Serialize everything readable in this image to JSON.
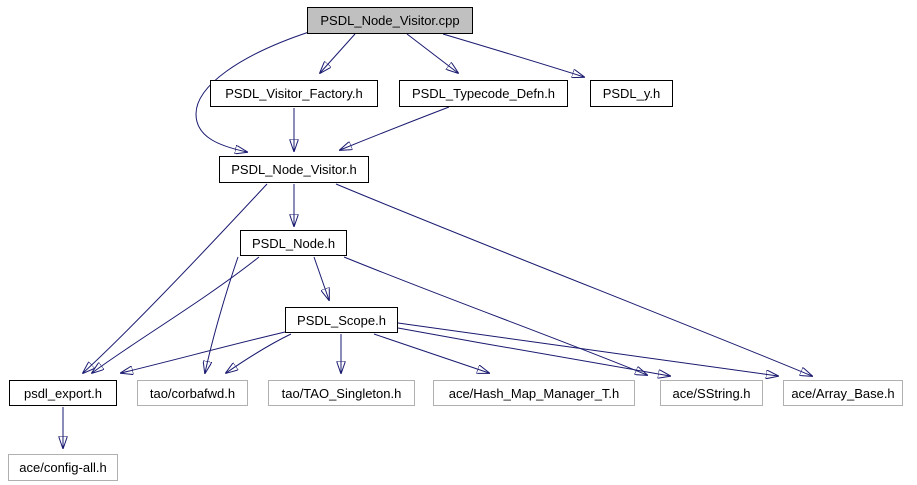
{
  "diagram": {
    "type": "include-dependency-graph",
    "colors": {
      "edge": "#191970",
      "root_fill": "#c0c0c0",
      "internal_border": "#000000",
      "external_border": "#b0b0b0",
      "background": "#ffffff",
      "text": "#000000"
    },
    "nodes": [
      {
        "id": "psdl-node-visitor-cpp",
        "label": "PSDL_Node_Visitor.cpp",
        "kind": "root"
      },
      {
        "id": "psdl-visitor-factory-h",
        "label": "PSDL_Visitor_Factory.h",
        "kind": "internal"
      },
      {
        "id": "psdl-typecode-defn-h",
        "label": "PSDL_Typecode_Defn.h",
        "kind": "internal"
      },
      {
        "id": "psdl-y-h",
        "label": "PSDL_y.h",
        "kind": "internal"
      },
      {
        "id": "psdl-node-visitor-h",
        "label": "PSDL_Node_Visitor.h",
        "kind": "internal"
      },
      {
        "id": "psdl-node-h",
        "label": "PSDL_Node.h",
        "kind": "internal"
      },
      {
        "id": "psdl-scope-h",
        "label": "PSDL_Scope.h",
        "kind": "internal"
      },
      {
        "id": "psdl-export-h",
        "label": "psdl_export.h",
        "kind": "internal"
      },
      {
        "id": "tao-corbafwd-h",
        "label": "tao/corbafwd.h",
        "kind": "external"
      },
      {
        "id": "tao-tao-singleton-h",
        "label": "tao/TAO_Singleton.h",
        "kind": "external"
      },
      {
        "id": "ace-hash-map-manager-t-h",
        "label": "ace/Hash_Map_Manager_T.h",
        "kind": "external"
      },
      {
        "id": "ace-sstring-h",
        "label": "ace/SString.h",
        "kind": "external"
      },
      {
        "id": "ace-array-base-h",
        "label": "ace/Array_Base.h",
        "kind": "external"
      },
      {
        "id": "ace-config-all-h",
        "label": "ace/config-all.h",
        "kind": "external"
      }
    ],
    "edges": [
      {
        "from": "PSDL_Node_Visitor.cpp",
        "to": "PSDL_Visitor_Factory.h"
      },
      {
        "from": "PSDL_Node_Visitor.cpp",
        "to": "PSDL_Typecode_Defn.h"
      },
      {
        "from": "PSDL_Node_Visitor.cpp",
        "to": "PSDL_y.h"
      },
      {
        "from": "PSDL_Node_Visitor.cpp",
        "to": "PSDL_Node_Visitor.h"
      },
      {
        "from": "PSDL_Visitor_Factory.h",
        "to": "PSDL_Node_Visitor.h"
      },
      {
        "from": "PSDL_Typecode_Defn.h",
        "to": "PSDL_Node_Visitor.h"
      },
      {
        "from": "PSDL_Node_Visitor.h",
        "to": "PSDL_Node.h"
      },
      {
        "from": "PSDL_Node_Visitor.h",
        "to": "psdl_export.h"
      },
      {
        "from": "PSDL_Node_Visitor.h",
        "to": "ace/Array_Base.h"
      },
      {
        "from": "PSDL_Node.h",
        "to": "PSDL_Scope.h"
      },
      {
        "from": "PSDL_Node.h",
        "to": "psdl_export.h"
      },
      {
        "from": "PSDL_Node.h",
        "to": "tao/corbafwd.h"
      },
      {
        "from": "PSDL_Node.h",
        "to": "ace/SString.h"
      },
      {
        "from": "PSDL_Scope.h",
        "to": "psdl_export.h"
      },
      {
        "from": "PSDL_Scope.h",
        "to": "tao/corbafwd.h"
      },
      {
        "from": "PSDL_Scope.h",
        "to": "tao/TAO_Singleton.h"
      },
      {
        "from": "PSDL_Scope.h",
        "to": "ace/Hash_Map_Manager_T.h"
      },
      {
        "from": "PSDL_Scope.h",
        "to": "ace/SString.h"
      },
      {
        "from": "PSDL_Scope.h",
        "to": "ace/Array_Base.h"
      },
      {
        "from": "psdl_export.h",
        "to": "ace/config-all.h"
      }
    ]
  }
}
